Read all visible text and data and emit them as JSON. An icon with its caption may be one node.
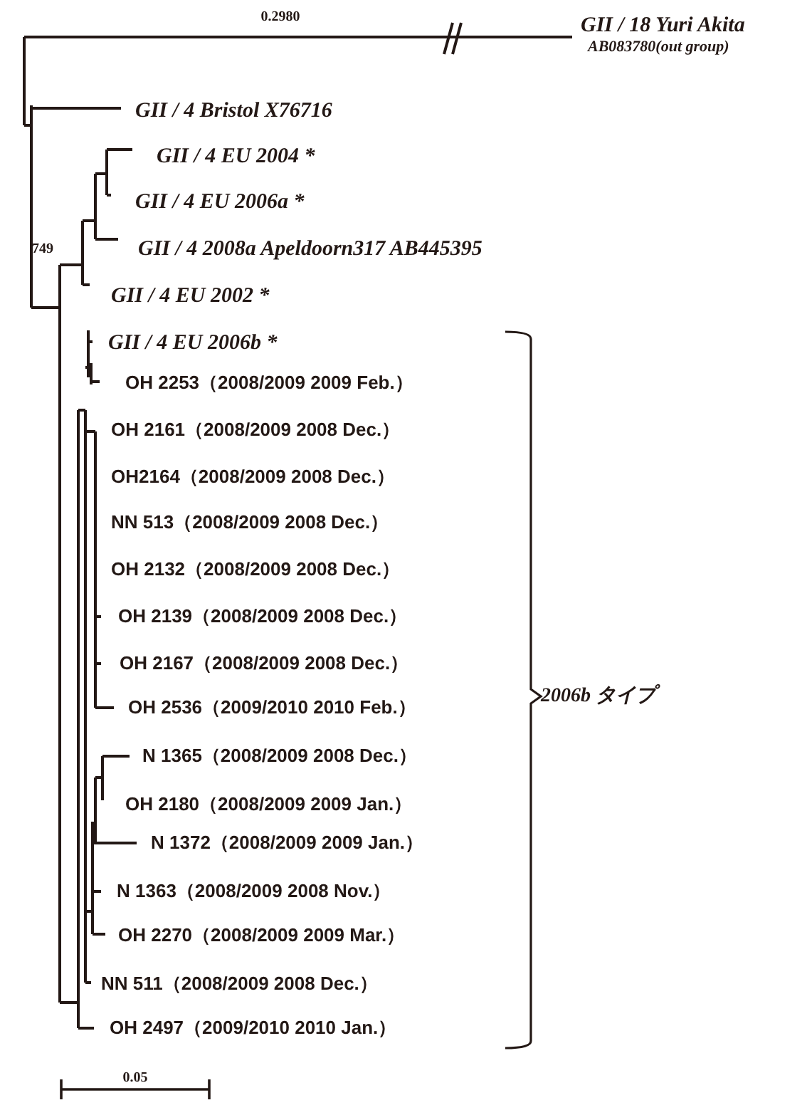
{
  "diagram": {
    "labels": [
      "0.2980",
      "GII / 18 Yuri Akita",
      "AB083780(out group)",
      "GII / 4 Bristol X76716",
      "GII / 4 EU 2004 *",
      "GII / 4 EU 2006a *",
      "749",
      "GII / 4 2008a Apeldoorn317 AB445395",
      "GII / 4 EU 2002 *",
      "GII / 4 EU 2006b *",
      "OH 2253（2008/2009 2009 Feb.）",
      "OH 2161（2008/2009 2008 Dec.）",
      "OH2164（2008/2009 2008 Dec.）",
      "NN 513（2008/2009 2008 Dec.）",
      "OH 2132（2008/2009 2008 Dec.）",
      "OH 2139（2008/2009 2008 Dec.）",
      "OH 2167（2008/2009 2008 Dec.）",
      "OH 2536（2009/2010 2010 Feb.）",
      "N 1365（2008/2009 2008 Dec.）",
      "OH 2180（2008/2009 2009 Jan.）",
      "N 1372（2008/2009 2009 Jan.）",
      "N 1363（2008/2009 2008 Nov.）",
      "OH 2270（2008/2009 2009 Mar.）",
      "NN 511（2008/2009 2008 Dec.）",
      "OH 2497（2009/2010 2010 Jan.）",
      "2006b タイプ",
      "0.05"
    ]
  }
}
